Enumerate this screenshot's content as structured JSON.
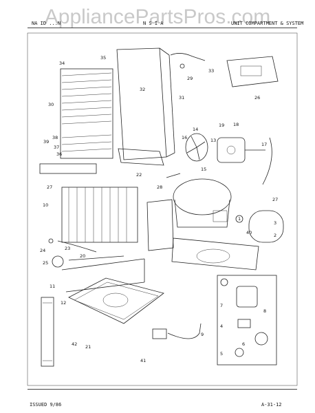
{
  "watermark": "AppliancePartsPros.com",
  "header": {
    "left": "NA ID ...N",
    "middle": "N S I A",
    "right": "UNIT COMPARTMENT & SYSTEM"
  },
  "footer": {
    "issued": "ISSUED 9/86",
    "page": "A-31-12"
  },
  "callouts": [
    "34",
    "35",
    "33",
    "29",
    "32",
    "31",
    "26",
    "30",
    "39",
    "38",
    "37",
    "36",
    "14",
    "16",
    "19",
    "18",
    "13",
    "17",
    "15",
    "22",
    "27",
    "28",
    "27",
    "10",
    "1",
    "3",
    "40",
    "2",
    "24",
    "23",
    "25",
    "20",
    "11",
    "12",
    "7",
    "8",
    "4",
    "6",
    "5",
    "21",
    "42",
    "41",
    "9"
  ]
}
